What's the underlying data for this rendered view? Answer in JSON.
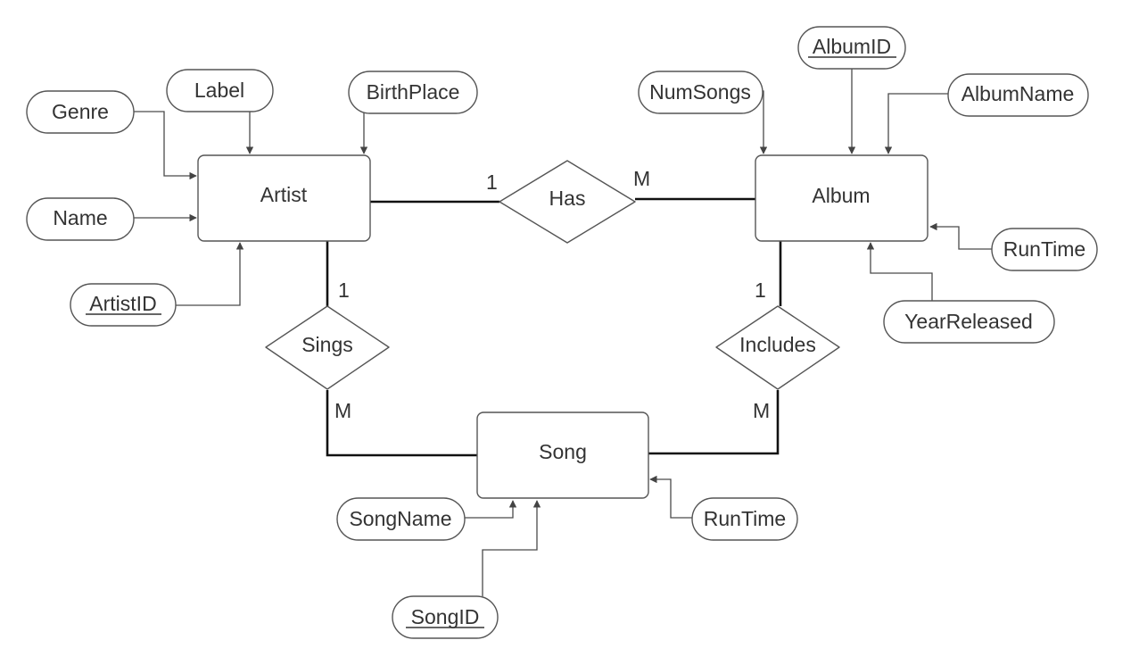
{
  "entities": {
    "artist": "Artist",
    "album": "Album",
    "song": "Song"
  },
  "relationships": {
    "has": "Has",
    "sings": "Sings",
    "includes": "Includes"
  },
  "cardinalities": {
    "has_artist": "1",
    "has_album": "M",
    "sings_artist": "1",
    "sings_song": "M",
    "includes_album": "1",
    "includes_song": "M"
  },
  "attributes": {
    "genre": "Genre",
    "label": "Label",
    "birthplace": "BirthPlace",
    "name": "Name",
    "artistid": "ArtistID",
    "numsongs": "NumSongs",
    "albumid": "AlbumID",
    "albumname": "AlbumName",
    "album_runtime": "RunTime",
    "yearreleased": "YearReleased",
    "songname": "SongName",
    "songid": "SongID",
    "song_runtime": "RunTime"
  },
  "colors": {
    "stroke": "#555555",
    "text": "#333333",
    "relationship_line": "#111111",
    "background": "#ffffff"
  }
}
